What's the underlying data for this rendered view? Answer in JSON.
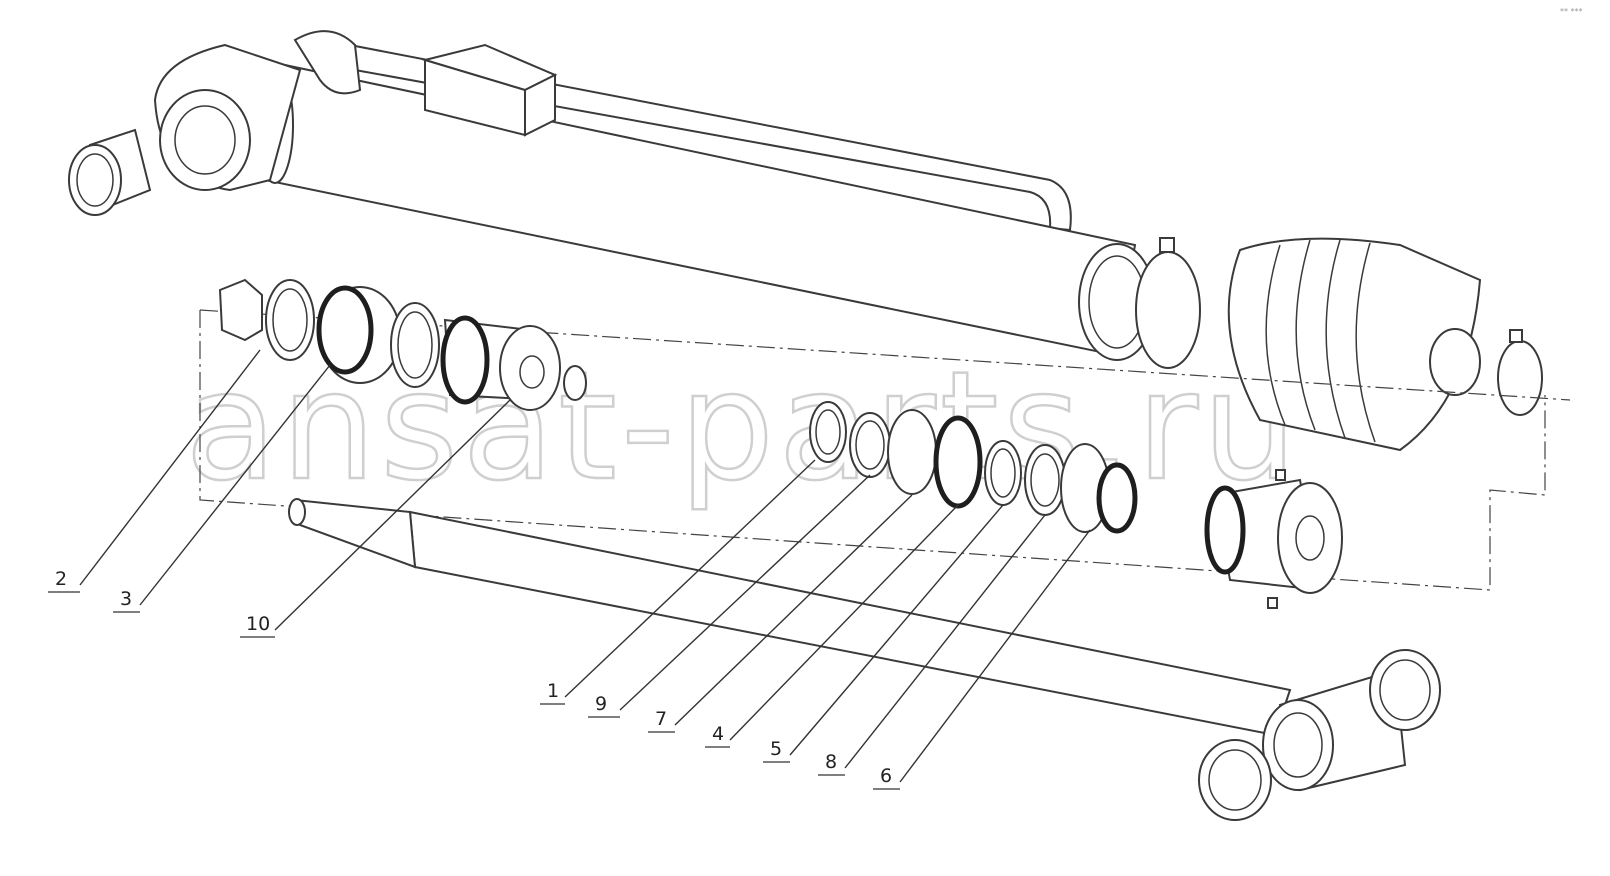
{
  "watermark": "ansat-parts.ru",
  "corner_mark": "** ***",
  "callouts": {
    "c1": "1",
    "c2": "2",
    "c3": "3",
    "c4": "4",
    "c5": "5",
    "c6": "6",
    "c7": "7",
    "c8": "8",
    "c9": "9",
    "c10": "10"
  }
}
